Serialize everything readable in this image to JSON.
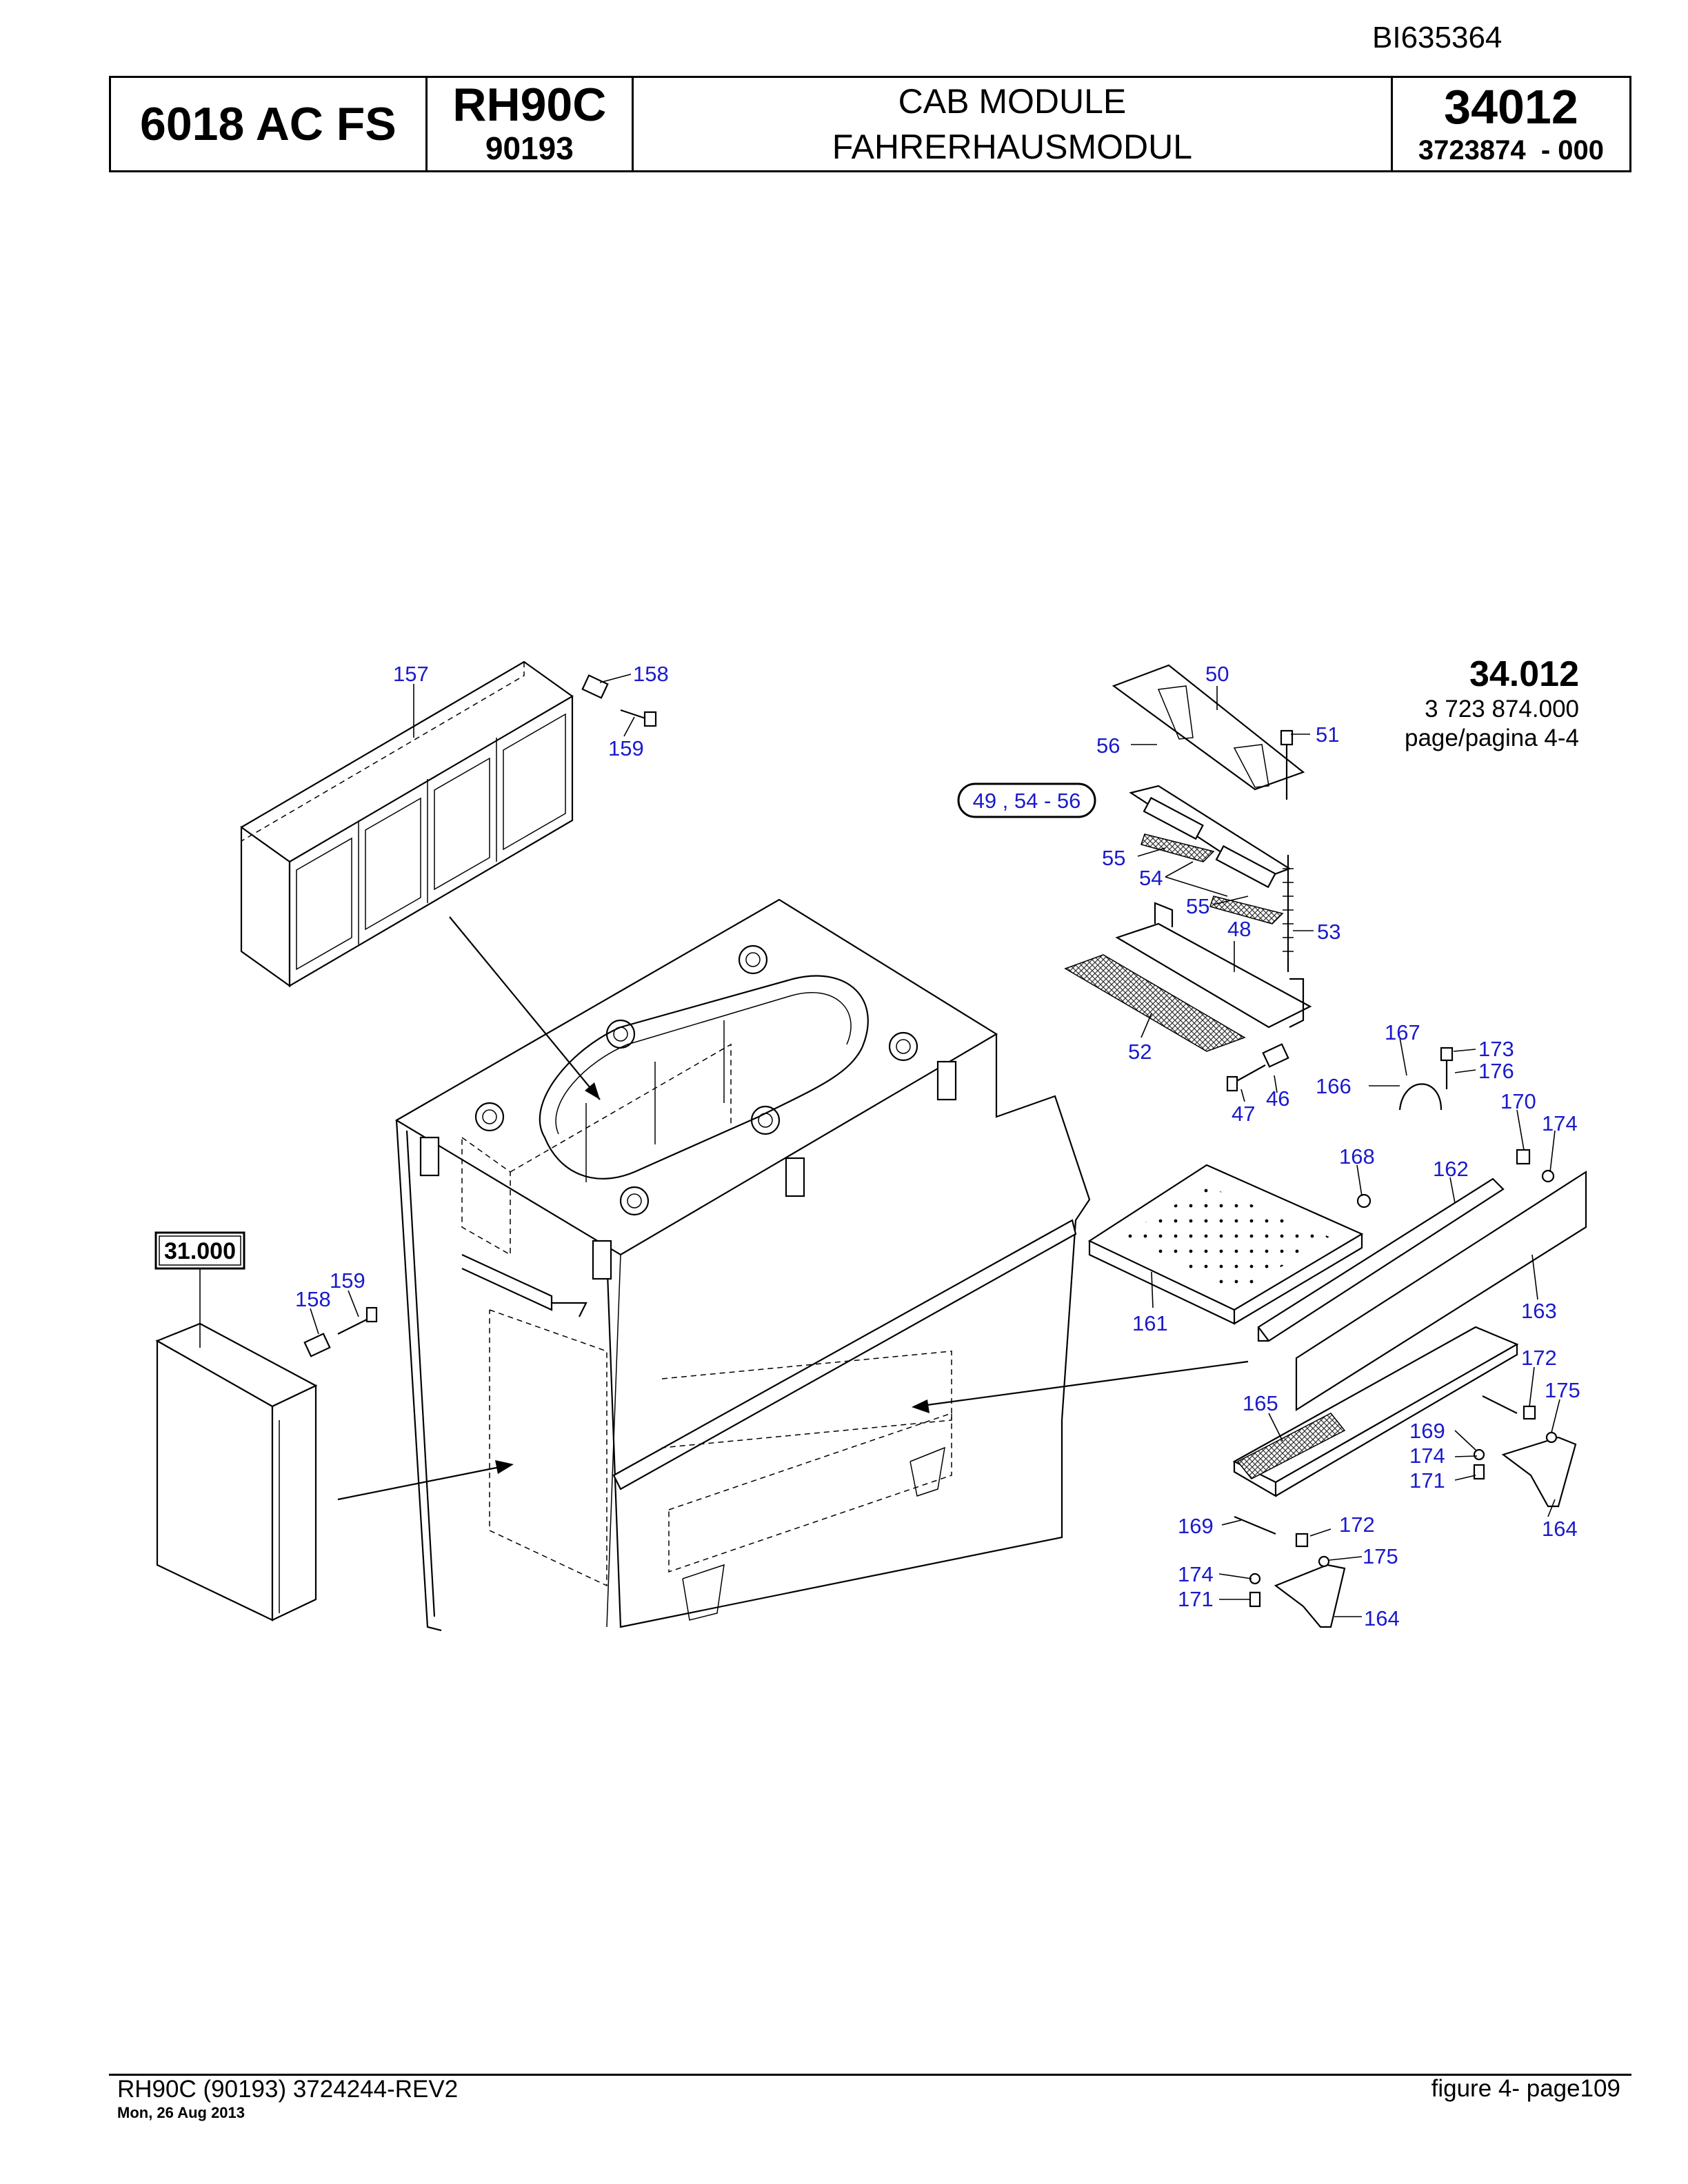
{
  "document_id": "BI635364",
  "header": {
    "machine": "6018 AC FS",
    "model": "RH90C",
    "serial": "90193",
    "title_en": "CAB MODULE",
    "title_de": "FAHRERHAUSMODUL",
    "group": "34012",
    "part_number": "3723874  - 000"
  },
  "figure_ref": {
    "group": "34.012",
    "number": "3 723 874.000",
    "page": "page/pagina 4-4"
  },
  "reference_boxes": {
    "detail_31": "31.000",
    "group_note": "49 , 54 - 56"
  },
  "callouts": [
    "157",
    "158",
    "159",
    "158",
    "159",
    "50",
    "51",
    "56",
    "55",
    "54",
    "55",
    "48",
    "53",
    "52",
    "167",
    "173",
    "176",
    "166",
    "46",
    "47",
    "170",
    "174",
    "168",
    "162",
    "161",
    "163",
    "172",
    "175",
    "165",
    "169",
    "174",
    "171",
    "164",
    "169",
    "172",
    "175",
    "174",
    "171",
    "164"
  ],
  "footer": {
    "left": "RH90C (90193) 3724244-REV2",
    "date": "Mon, 26 Aug 2013",
    "right": "figure  4- page109"
  }
}
